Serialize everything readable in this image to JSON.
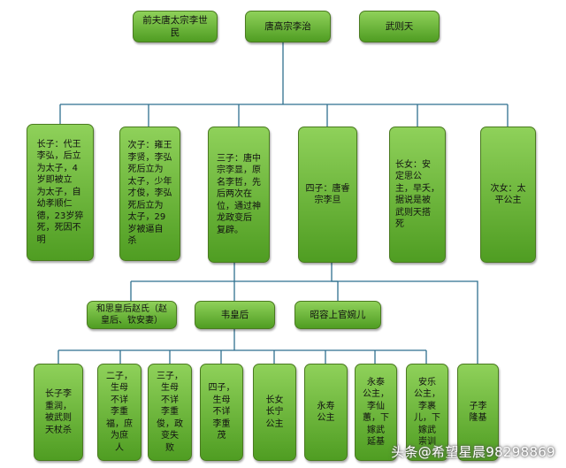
{
  "generation1": [
    {
      "text": "前夫唐太宗李世\n民"
    },
    {
      "text": "唐高宗李治"
    },
    {
      "text": "武则天"
    }
  ],
  "children": [
    {
      "text": "长子：代王\n李弘，后立\n为太子，4\n岁即被立\n为太子，自\n幼孝顺仁\n德，23岁猝\n死，死因不\n明"
    },
    {
      "text": "次子：雍王\n李贤，李弘\n死后立为\n太子，少年\n才俊，李弘\n死后立为\n太子，29\n岁被逼自\n杀"
    },
    {
      "text": "三子：唐中\n宗李显，原\n名李哲，先\n后两次在\n位，通过神\n龙政变后\n复辟。"
    },
    {
      "text": "四子：唐睿\n宗李旦"
    },
    {
      "text": "长女：安\n定思公\n主，早夭，\n据说是被\n武则天搭\n死"
    },
    {
      "text": "次女：太\n平公主"
    }
  ],
  "consorts": [
    {
      "text": "和思皇后赵氏（赵\n皇后、钦安妻）"
    },
    {
      "text": "韦皇后"
    },
    {
      "text": "昭容上官婉儿"
    }
  ],
  "grandchildren": [
    {
      "text": "长子李\n重润，\n被武则\n天杖杀"
    },
    {
      "text": "二子，\n生母\n不详\n李重\n福，庶\n为庶\n人"
    },
    {
      "text": "三子，\n生母\n不详\n李重\n俊，政\n变失\n败"
    },
    {
      "text": "四子，\n生母\n不详\n李重\n茂"
    },
    {
      "text": "长女\n长宁\n公主"
    },
    {
      "text": "永寿\n公主"
    },
    {
      "text": "永泰\n公主，\n李仙\n蕙，下\n嫁武\n延基"
    },
    {
      "text": "安乐\n公主，\n李裹\n儿，下\n嫁武\n崇训"
    },
    {
      "text": "子李\n隆基"
    }
  ],
  "watermark": "头条@希望星晨98298869"
}
